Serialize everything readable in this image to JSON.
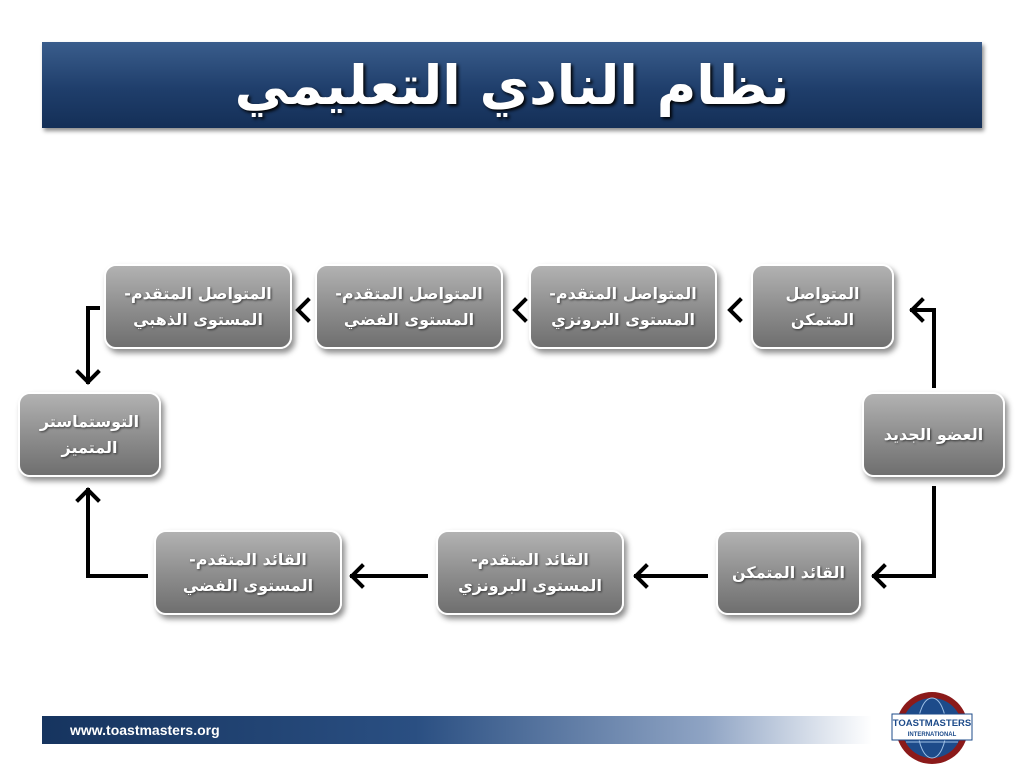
{
  "title": "نظام النادي التعليمي",
  "nodes": {
    "new_member": {
      "label": "العضو الجديد"
    },
    "competent_communicator": {
      "line1": "المتواصل",
      "line2": "المتمكن"
    },
    "acb": {
      "line1": "المتواصل المتقدم-",
      "line2": "المستوى البرونزي"
    },
    "acs": {
      "line1": "المتواصل المتقدم-",
      "line2": "المستوى الفضي"
    },
    "acg": {
      "line1": "المتواصل المتقدم-",
      "line2": "المستوى الذهبي"
    },
    "dtm": {
      "line1": "التوستماستر",
      "line2": "المتميز"
    },
    "competent_leader": {
      "label": "القائد المتمكن"
    },
    "alb": {
      "line1": "القائد المتقدم-",
      "line2": "المستوى البرونزي"
    },
    "als": {
      "line1": "القائد المتقدم-",
      "line2": "المستوى الفضي"
    }
  },
  "footer": {
    "url": "www.toastmasters.org"
  },
  "logo": {
    "line1": "TOASTMASTERS",
    "line2": "INTERNATIONAL"
  },
  "colors": {
    "title_bar": "#1f3e6b",
    "node_fill": "#8f8f8f",
    "arrow": "#000000",
    "logo_ring": "#8b1a1a"
  }
}
